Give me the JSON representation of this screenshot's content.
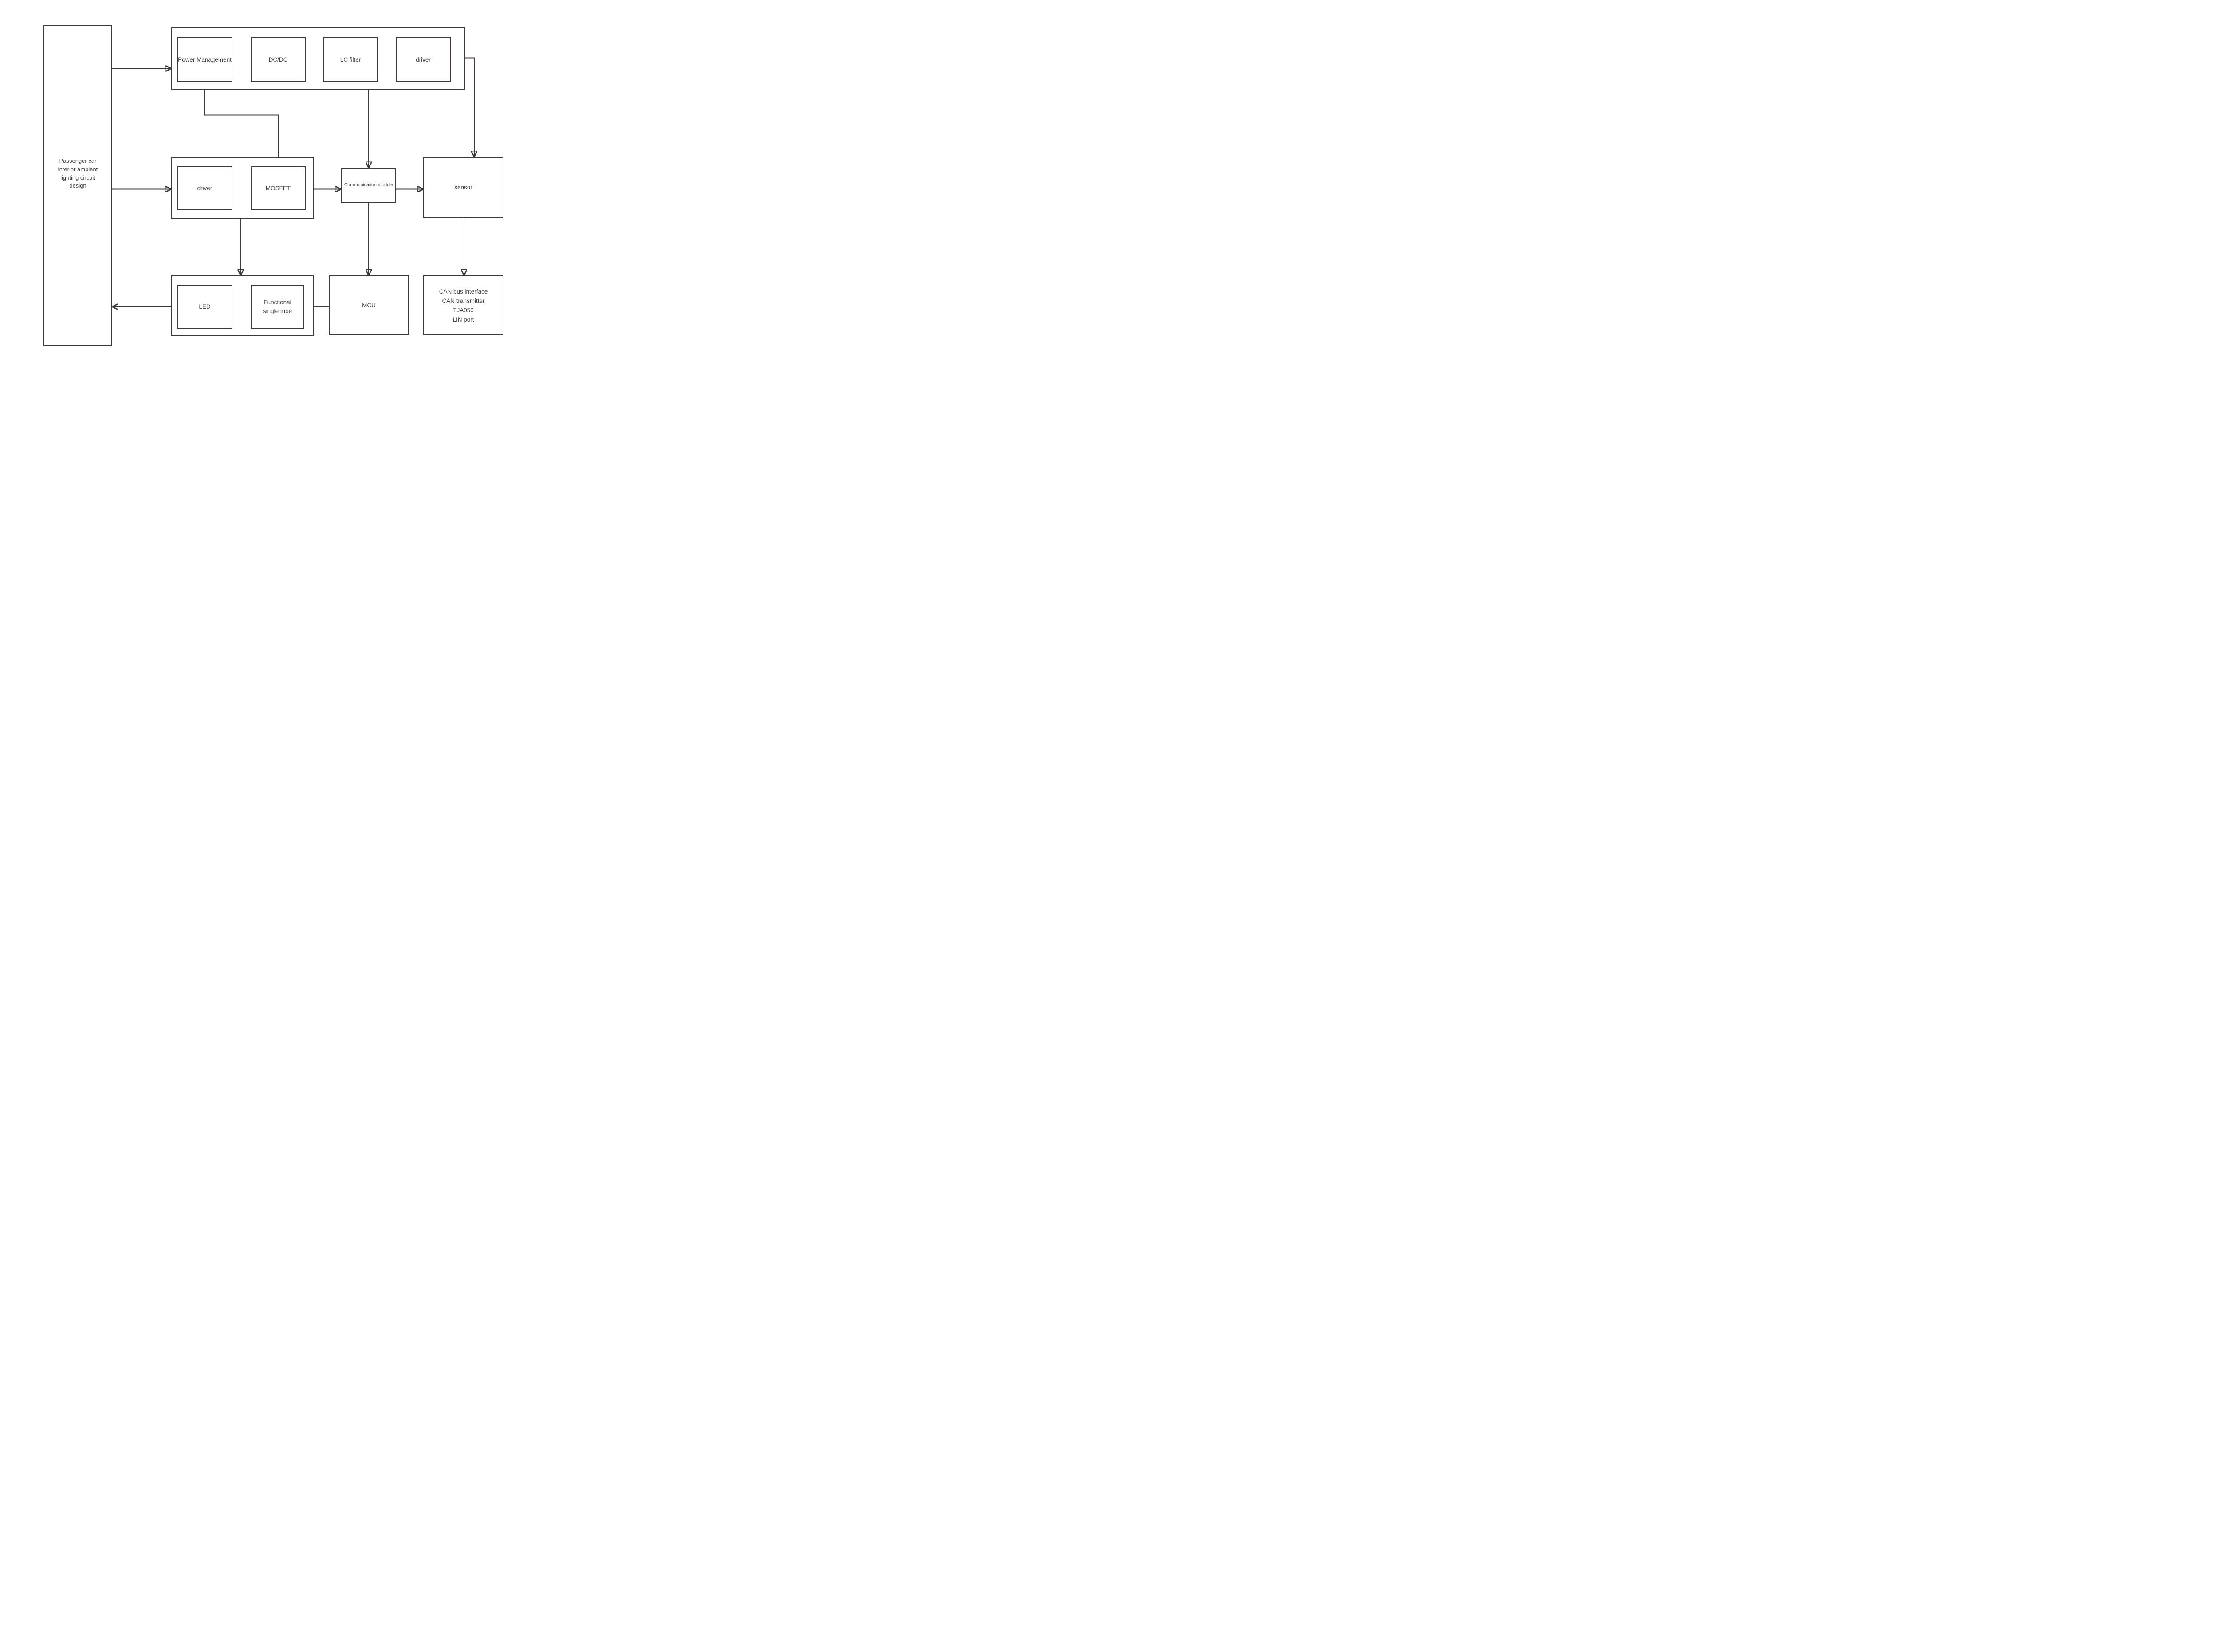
{
  "title_box": {
    "label": "Passenger car interior ambient lighting circuit design"
  },
  "power_group": {
    "items": [
      {
        "label": "Power Management"
      },
      {
        "label": "DC/DC"
      },
      {
        "label": "LC filter"
      },
      {
        "label": "driver"
      }
    ]
  },
  "drive_group": {
    "items": [
      {
        "label": "driver"
      },
      {
        "label": "MOSFET"
      }
    ]
  },
  "communication_module": {
    "label": "Communication module"
  },
  "sensor": {
    "label": "sensor"
  },
  "output_group": {
    "items": [
      {
        "label": "LED"
      },
      {
        "label": "Functional single tube"
      }
    ]
  },
  "mcu": {
    "label": "MCU"
  },
  "can_box": {
    "lines": [
      "CAN bus interface",
      "CAN transmitter",
      "TJA050",
      "LIN port"
    ]
  },
  "colors": {
    "line": "#3e3a39",
    "text": "#474241",
    "background": "#ffffff"
  }
}
